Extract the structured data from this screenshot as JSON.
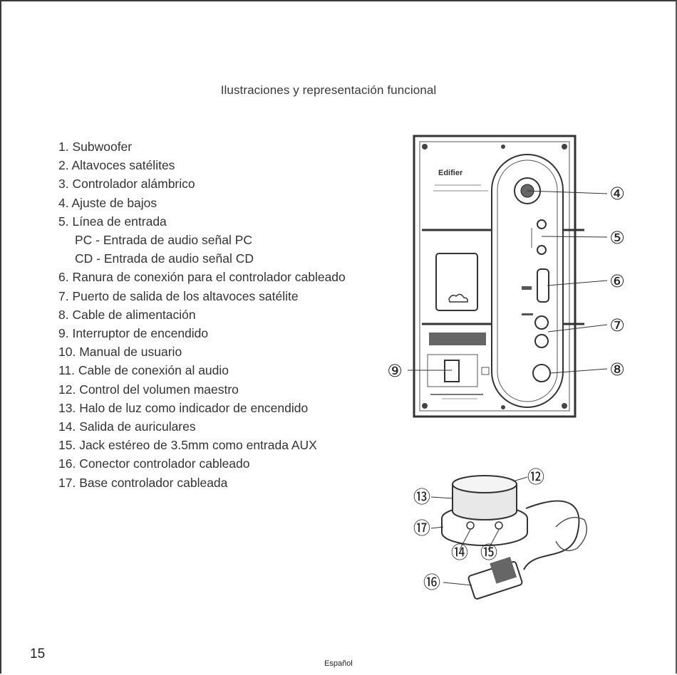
{
  "page": {
    "title": "Ilustraciones y representación funcional",
    "page_number": "15",
    "language": "Español"
  },
  "items": [
    {
      "text": "1. Subwoofer",
      "sub": false
    },
    {
      "text": "2. Altavoces satélites",
      "sub": false
    },
    {
      "text": "3. Controlador alámbrico",
      "sub": false
    },
    {
      "text": "4. Ajuste de bajos",
      "sub": false
    },
    {
      "text": "5. Línea de entrada",
      "sub": false
    },
    {
      "text": "PC - Entrada de audio señal PC",
      "sub": true
    },
    {
      "text": "CD - Entrada de audio señal CD",
      "sub": true
    },
    {
      "text": "6. Ranura de conexión para el controlador cableado",
      "sub": false
    },
    {
      "text": "7. Puerto de salida de los altavoces satélite",
      "sub": false
    },
    {
      "text": "8. Cable de alimentación",
      "sub": false
    },
    {
      "text": "9. Interruptor de encendido",
      "sub": false
    },
    {
      "text": "10. Manual de usuario",
      "sub": false
    },
    {
      "text": "11. Cable de conexión al audio",
      "sub": false
    },
    {
      "text": "12. Control del volumen maestro",
      "sub": false
    },
    {
      "text": "13. Halo de luz como indicador de encendido",
      "sub": false
    },
    {
      "text": "14. Salida de auriculares",
      "sub": false
    },
    {
      "text": "15. Jack estéreo de 3.5mm como entrada AUX",
      "sub": false
    },
    {
      "text": "16. Conector controlador cableado",
      "sub": false
    },
    {
      "text": "17. Base controlador cableada",
      "sub": false
    }
  ],
  "subwoofer_figure": {
    "brand": "Edifier",
    "callouts": [
      "④",
      "⑤",
      "⑥",
      "⑦",
      "⑧",
      "⑨"
    ]
  },
  "controller_figure": {
    "callouts": [
      "⑫",
      "⑬",
      "⑰",
      "⑭",
      "⑮",
      "⑯"
    ]
  }
}
